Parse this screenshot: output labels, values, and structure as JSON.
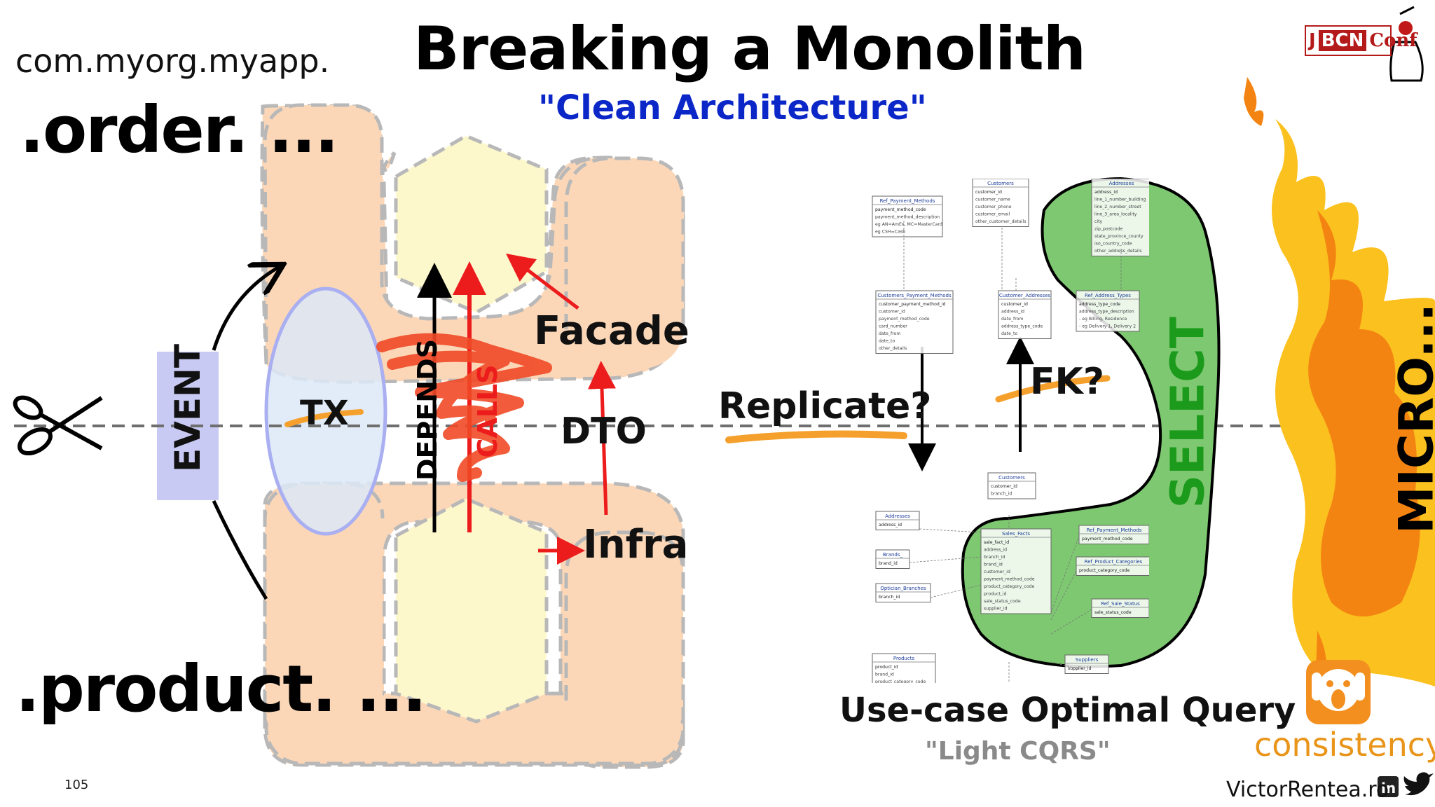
{
  "slide": {
    "title": "Breaking a Monolith",
    "subtitle": "\"Clean Architecture\"",
    "package_prefix": "com.myorg.myapp.",
    "module_top": ".order. ...",
    "module_bottom": ".product. ...",
    "slide_number": "105",
    "author": "VictorRentea.ro"
  },
  "labels": {
    "event": "EVENT",
    "tx": "TX",
    "depends": "DEPENDS",
    "calls": "CALLS",
    "facade": "Facade",
    "dto": "DTO",
    "infra": "Infra",
    "replicate": "Replicate?",
    "fk": "FK?",
    "select": "SELECT",
    "micro": "MICRO...",
    "use_case_title": "Use-case Optimal Query",
    "use_case_subtitle": "\"Light CQRS\"",
    "consistency": "consistency"
  },
  "logo": {
    "j": "J",
    "bcn": "BCN",
    "conf": "Conf"
  },
  "er_tables": {
    "customers_top": {
      "name": "Customers",
      "rows": [
        "customer_id",
        "customer_name",
        "customer_phone",
        "customer_email",
        "other_customer_details"
      ]
    },
    "addresses_top": {
      "name": "Addresses",
      "rows": [
        "address_id",
        "line_1_number_building",
        "line_2_number_street",
        "line_3_area_locality",
        "city",
        "zip_postcode",
        "state_province_county",
        "iso_country_code",
        "other_address_details"
      ]
    },
    "ref_payment_methods_top": {
      "name": "Ref_Payment_Methods",
      "rows": [
        "payment_method_code",
        "payment_method_description",
        "eg AN=AmEx, MC=MasterCard",
        "eg CSH=Cash"
      ]
    },
    "customers_payment_methods": {
      "name": "Customers_Payment_Methods",
      "rows": [
        "customer_payment_method_id",
        "customer_id",
        "payment_method_code",
        "card_number",
        "date_from",
        "date_to",
        "other_details"
      ]
    },
    "customer_addresses": {
      "name": "Customer_Addresses",
      "rows": [
        "customer_id",
        "address_id",
        "date_from",
        "address_type_code",
        "date_to"
      ]
    },
    "ref_address_types": {
      "name": "Ref_Address_Types",
      "rows": [
        "address_type_code",
        "address_type_description",
        "- eg Billing, Residence",
        "- eg Delivery 1, Delivery 2"
      ]
    },
    "customers_bottom": {
      "name": "Customers",
      "rows": [
        "customer_id",
        "branch_id"
      ]
    },
    "addresses_bottom": {
      "name": "Addresses",
      "rows": [
        "address_id"
      ]
    },
    "brands": {
      "name": "Brands_",
      "rows": [
        "brand_id"
      ]
    },
    "optician_branches": {
      "name": "Optician_Branches",
      "rows": [
        "branch_id"
      ]
    },
    "sales_facts": {
      "name": "Sales_Facts",
      "rows": [
        "sale_fact_id",
        "address_id",
        "branch_id",
        "brand_id",
        "customer_id",
        "payment_method_code",
        "product_category_code",
        "product_id",
        "sale_status_code",
        "supplier_id"
      ]
    },
    "ref_payment_methods_bottom": {
      "name": "Ref_Payment_Methods",
      "rows": [
        "payment_method_code"
      ]
    },
    "ref_product_categories": {
      "name": "Ref_Product_Categories",
      "rows": [
        "product_category_code"
      ]
    },
    "ref_sale_status": {
      "name": "Ref_Sale_Status",
      "rows": [
        "sale_status_code"
      ]
    },
    "products": {
      "name": "Products",
      "rows": [
        "product_id",
        "brand_id",
        "product_category_code"
      ]
    },
    "suppliers": {
      "name": "Suppliers",
      "rows": [
        "supplier_id"
      ]
    }
  },
  "colors": {
    "module_fill": "#fbd7b8",
    "layer_fill": "#fdf7cc",
    "dash": "#b8b8b8",
    "green_blob": "#7dc870",
    "green_text": "#1c9a1c",
    "event_box": "#c8caf3",
    "tx_fill": "#dce9f7",
    "arrow_red": "#ec1c1c",
    "scribble": "#f14a26",
    "strike": "#f5a02c",
    "fire_outer": "#fbc11f",
    "fire_inner": "#f48412"
  }
}
